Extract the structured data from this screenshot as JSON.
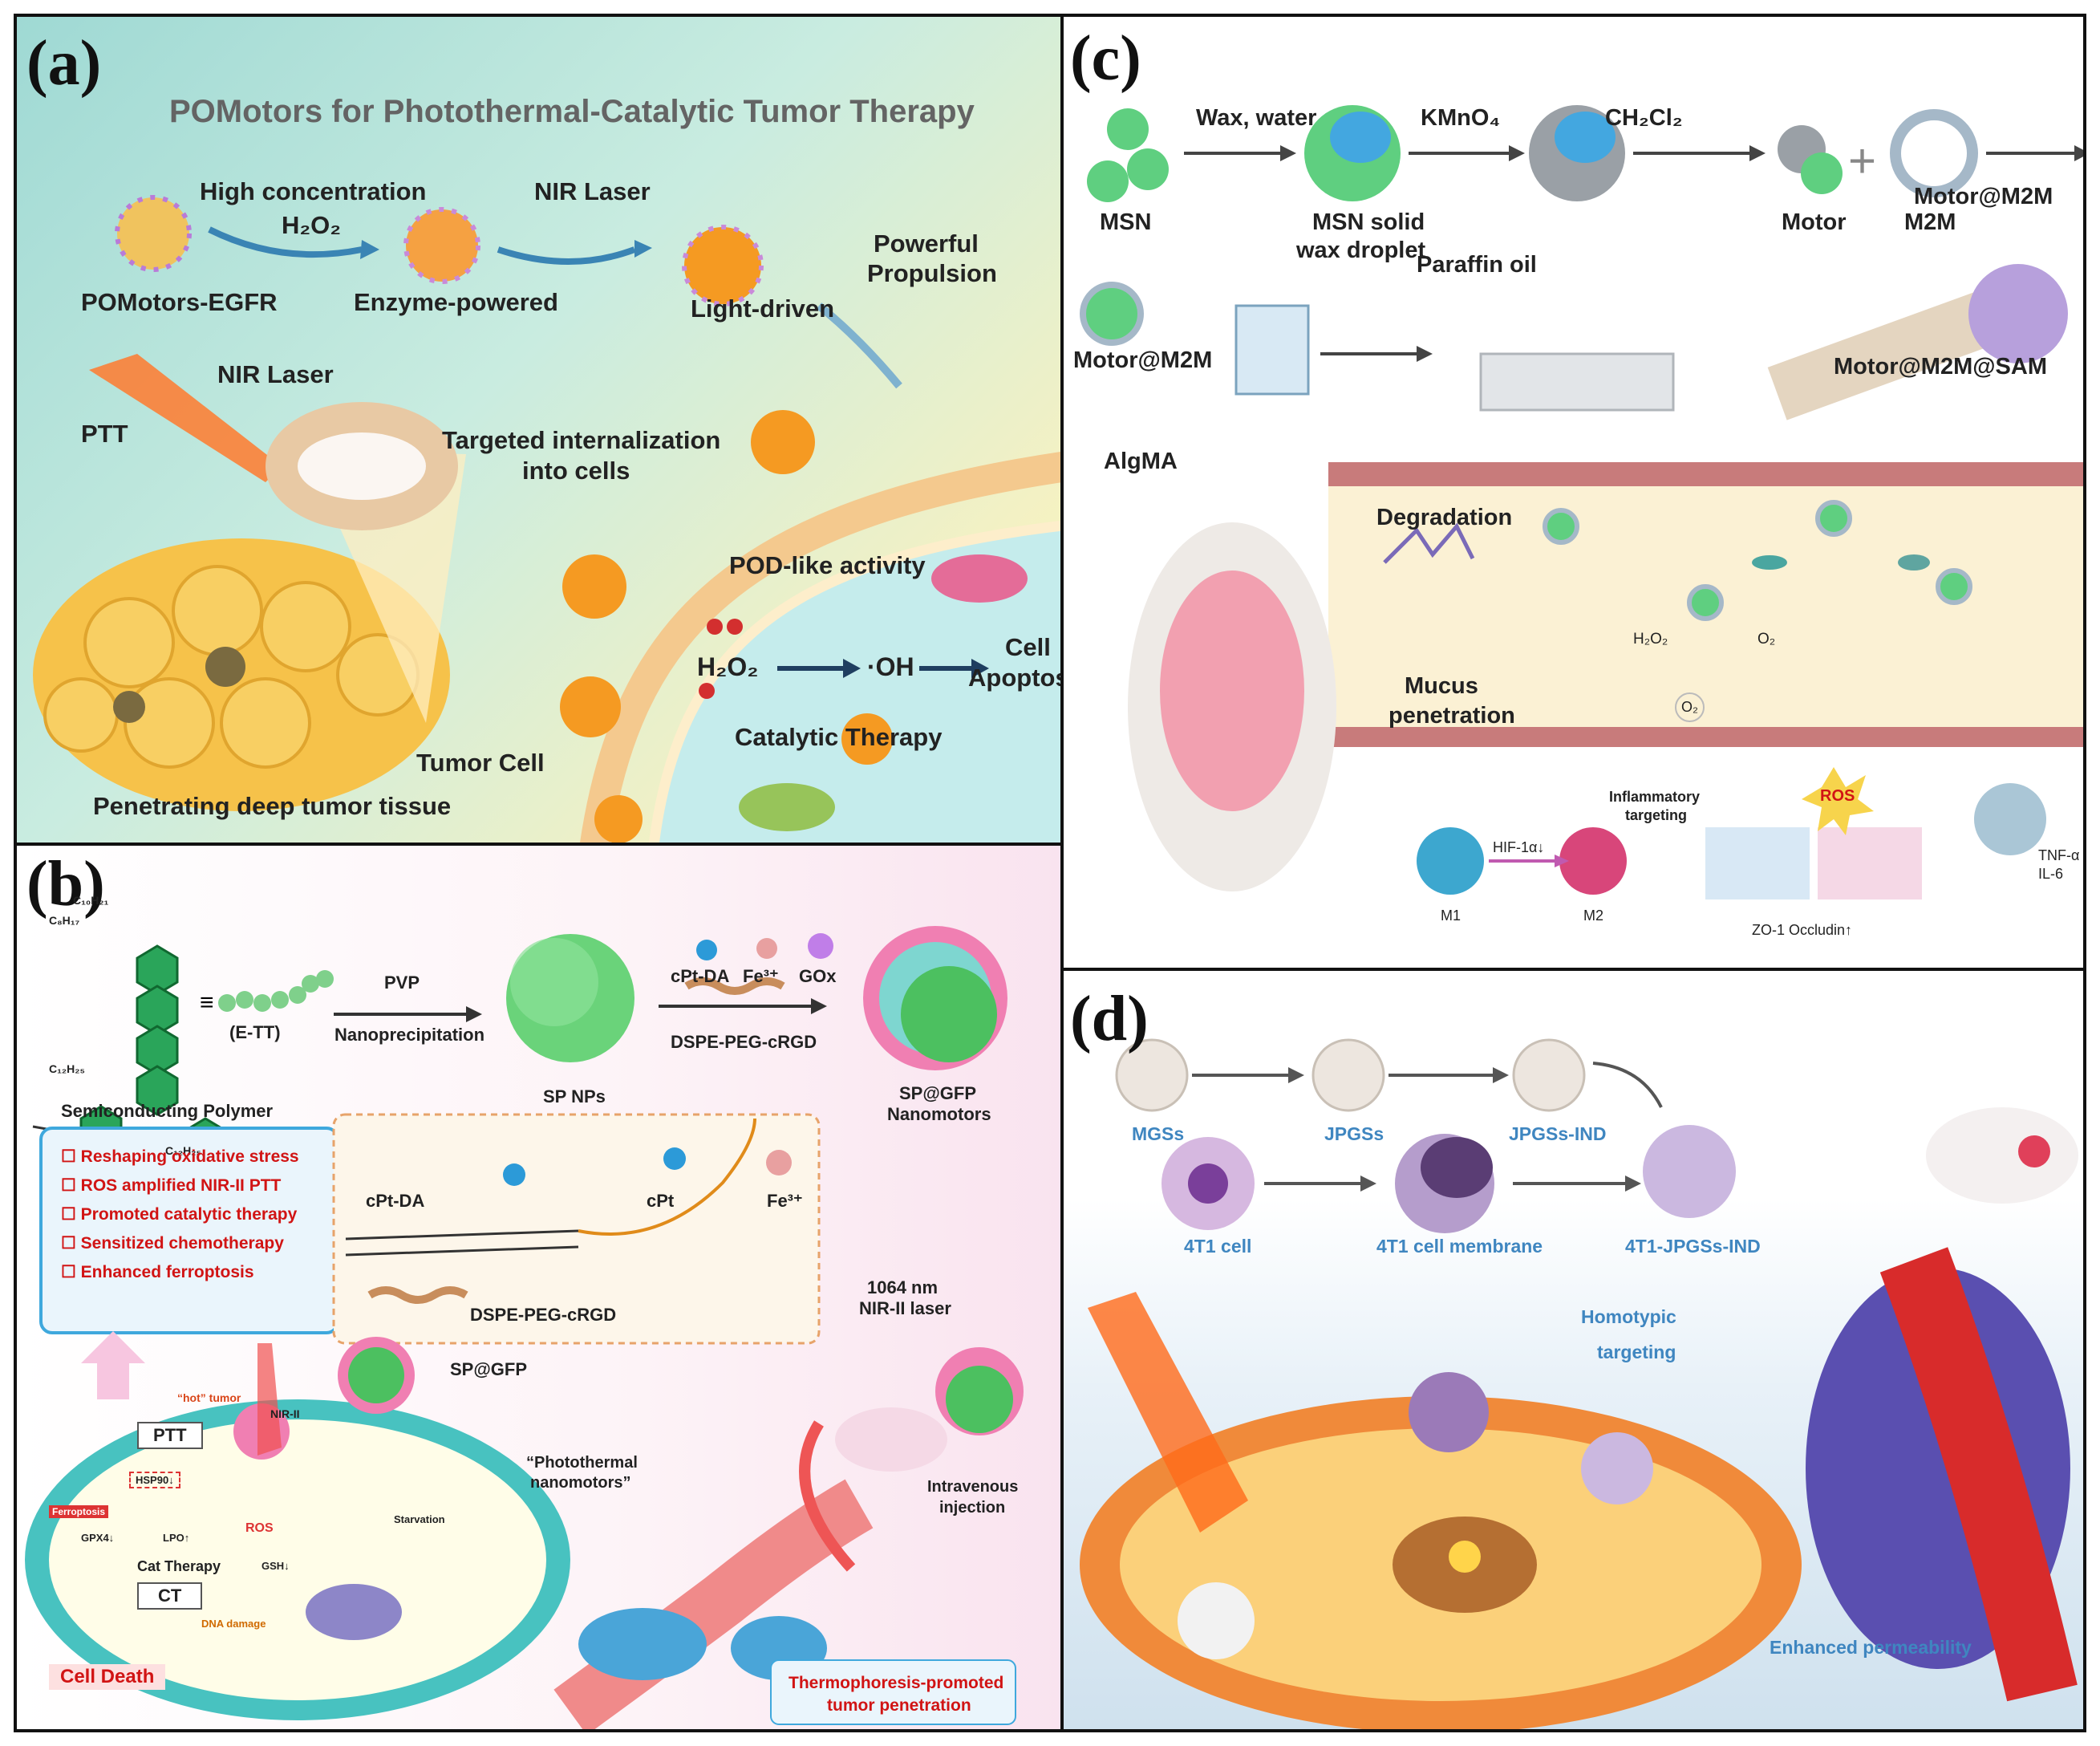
{
  "panels": {
    "a": {
      "letter": "(a)",
      "title": "POMotors for Photothermal-Catalytic Tumor Therapy",
      "labels": {
        "high_conc": "High concentration",
        "h2o2": "H₂O₂",
        "nir_laser_top": "NIR Laser",
        "powerful": "Powerful",
        "propulsion": "Propulsion",
        "pomotors_egfr": "POMotors-EGFR",
        "enzyme_powered": "Enzyme-powered",
        "light_driven": "Light-driven",
        "nir_laser_mid": "NIR Laser",
        "ptt": "PTT",
        "targeted": "Targeted internalization",
        "into_cells": "into cells",
        "pod": "POD-like activity",
        "h2o2_eq": "H₂O₂",
        "oh": "·OH",
        "cell": "Cell",
        "apoptosis": "Apoptosis",
        "catalytic": "Catalytic Therapy",
        "tumor_cell": "Tumor Cell",
        "penetrating": "Penetrating deep tumor tissue"
      }
    },
    "b": {
      "letter": "(b)",
      "labels": {
        "c10h21": "C₁₀H₂₁",
        "c8h17": "C₈H₁₇",
        "c12h25_left": "C₁₂H₂₅",
        "c12h25_right": "C₁₂H₂₅",
        "ett": "(E-TT)",
        "pvp": "PVP",
        "nanoprecipitation": "Nanoprecipitation",
        "sp_nps": "SP NPs",
        "cpt_da_top": "cPt-DA",
        "fe_top": "Fe³⁺",
        "gox": "GOx",
        "dspe_top": "DSPE-PEG-cRGD",
        "sp_gfp": "SP@GFP",
        "nanomotors": "Nanomotors",
        "semiconducting": "Semiconducting Polymer",
        "cpt_da": "cPt-DA",
        "cpt": "cPt",
        "fe": "Fe³⁺",
        "dspe": "DSPE-PEG-cRGD",
        "laser_1064": "1064 nm",
        "nir_ii_laser": "NIR-II laser",
        "sp_gfp_cell": "SP@GFP",
        "ptt": "PTT",
        "hot_tumor": "“hot” tumor",
        "nir_ii": "NIR-II",
        "hsp90": "HSP90↓",
        "ferroptosis": "Ferroptosis",
        "gpx4": "GPX4↓",
        "lpo": "LPO↑",
        "cat_therapy": "Cat Therapy",
        "ct": "CT",
        "dna_damage": "DNA damage",
        "ros": "ROS",
        "gsh": "GSH↓",
        "starvation": "Starvation",
        "photothermal": "“Photothermal",
        "nanomotors_q": "nanomotors”",
        "intravenous": "Intravenous",
        "injection": "injection",
        "thermo_1": "Thermophoresis-promoted",
        "thermo_2": "tumor penetration",
        "cell_death": "Cell Death"
      },
      "benefits": [
        "Reshaping oxidative stress",
        "ROS amplified NIR-II PTT",
        "Promoted catalytic therapy",
        "Sensitized chemotherapy",
        "Enhanced ferroptosis"
      ]
    },
    "c": {
      "letter": "(c)",
      "labels": {
        "wax_water": "Wax, water",
        "kmno4": "KMnO₄",
        "ch2cl2": "CH₂Cl₂",
        "msn": "MSN",
        "msn_solid": "MSN solid",
        "wax_droplet": "wax droplet",
        "motor": "Motor",
        "m2m": "M2M",
        "motor_m2m_top": "Motor@M2M",
        "paraffin": "Paraffin oil",
        "motor_m2m_left": "Motor@M2M",
        "algma": "AlgMA",
        "motor_m2m_sam": "Motor@M2M@SAM",
        "degradation": "Degradation",
        "h2o2_reac": "H₂O₂",
        "o2_reac": "O₂",
        "mucus": "Mucus",
        "penetration": "penetration",
        "o2": "O₂",
        "inflammatory": "Inflammatory",
        "targeting": "targeting",
        "ros": "ROS",
        "hif": "HIF-1α↓",
        "m1": "M1",
        "m2": "M2",
        "zo1": "ZO-1 Occludin↑",
        "tnf": "TNF-α",
        "il6": "IL-6"
      }
    },
    "d": {
      "letter": "(d)",
      "labels": {
        "mgss": "MGSs",
        "jpgss": "JPGSs",
        "jpgss_ind": "JPGSs-IND",
        "cell_4t1": "4T1 cell",
        "membrane": "4T1 cell membrane",
        "jpgss_4t1": "4T1-JPGSs-IND",
        "homotypic": "Homotypic",
        "targeting": "targeting",
        "permeability": "Enhanced permeability"
      }
    }
  }
}
